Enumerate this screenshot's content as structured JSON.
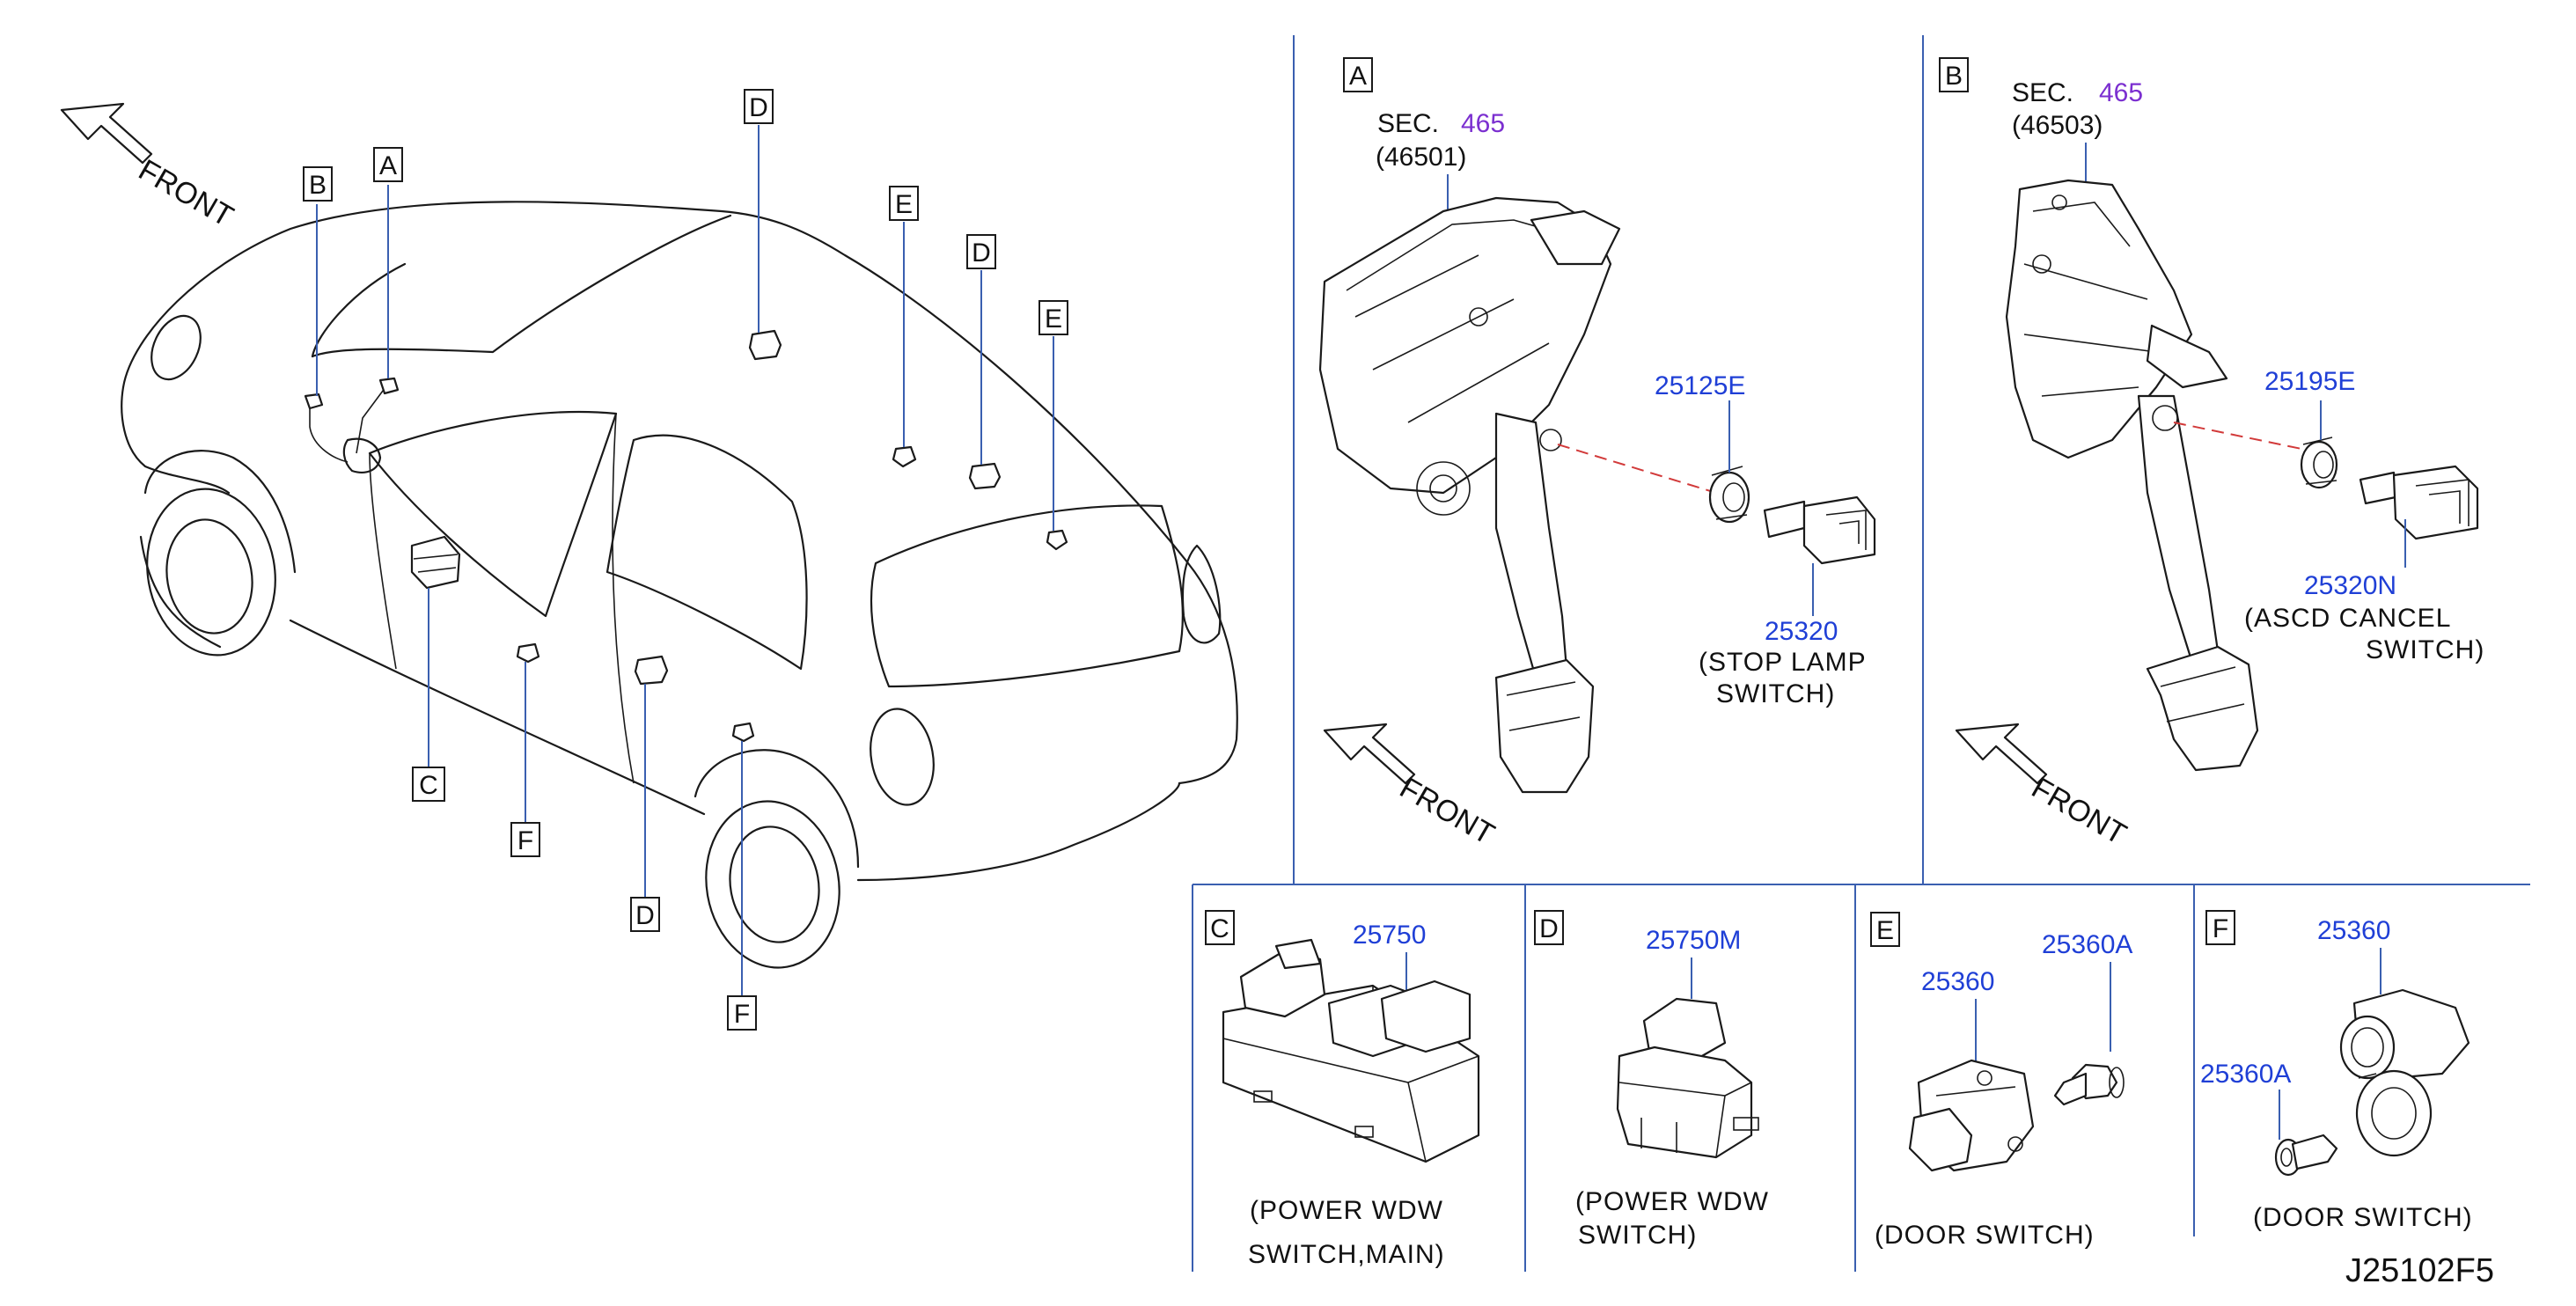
{
  "diagram_code": "J25102F5",
  "front_label": "FRONT",
  "callouts": [
    "A",
    "B",
    "C",
    "D",
    "E",
    "F"
  ],
  "panel_a": {
    "letter": "A",
    "sec_prefix": "SEC.",
    "sec_number": "465",
    "sec_sub": "(46501)",
    "part_1": "25125E",
    "part_2": "25320",
    "caption_1": "(STOP   LAMP",
    "caption_2": "SWITCH)"
  },
  "panel_b": {
    "letter": "B",
    "sec_prefix": "SEC.",
    "sec_number": "465",
    "sec_sub": "(46503)",
    "part_1": "25195E",
    "part_2": "25320N",
    "caption_1": "(ASCD    CANCEL",
    "caption_2": "SWITCH)"
  },
  "panel_c": {
    "letter": "C",
    "part": "25750",
    "caption_1": "(POWER    WDW",
    "caption_2": "SWITCH,MAIN)"
  },
  "panel_d": {
    "letter": "D",
    "part": "25750M",
    "caption_1": "(POWER    WDW",
    "caption_2": "SWITCH)"
  },
  "panel_e": {
    "letter": "E",
    "part_1": "25360",
    "part_2": "25360A",
    "caption": "(DOOR    SWITCH)"
  },
  "panel_f": {
    "letter": "F",
    "part_1": "25360",
    "part_2": "25360A",
    "caption": "(DOOR    SWITCH)"
  }
}
